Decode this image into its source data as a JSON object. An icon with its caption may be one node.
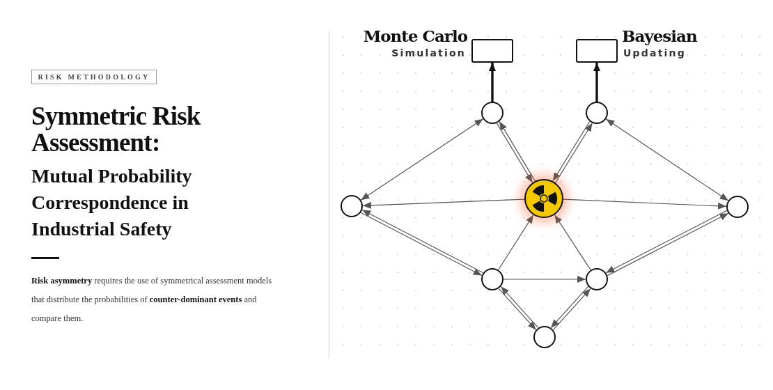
{
  "diagram": {
    "title": "Symmetric Risk Assessment:",
    "nodes": [
      {
        "text": [
          "RISK METHODOLOGY"
        ]
      },
      {
        "text": [
          "Monte Carlo",
          "Simulation"
        ]
      },
      {
        "text": [
          "Bayesian",
          "Updating"
        ]
      },
      {
        "text": [],
        "shape": "circle"
      },
      {
        "text": [],
        "shape": "circle"
      },
      {
        "text": [],
        "shape": "picture"
      },
      {
        "text": [],
        "shape": "circle"
      },
      {
        "text": [],
        "shape": "circle"
      },
      {
        "text": [],
        "shape": "circle"
      },
      {
        "text": [],
        "shape": "circle"
      },
      {
        "text": [],
        "shape": "circle"
      }
    ],
    "edges": [
      {
        "from": 3,
        "to": 1,
        "arrow": "to",
        "style": "thick",
        "color": "#111111"
      },
      {
        "from": 4,
        "to": 2,
        "arrow": "to",
        "style": "thick",
        "color": "#111111"
      },
      {
        "from": 6,
        "to": 3,
        "arrow": "both"
      },
      {
        "from": 3,
        "to": 5,
        "arrow": "to"
      },
      {
        "from": 5,
        "to": 3,
        "arrow": "to"
      },
      {
        "from": 4,
        "to": 5,
        "arrow": "to"
      },
      {
        "from": 5,
        "to": 4,
        "arrow": "to"
      },
      {
        "from": 4,
        "to": 7,
        "arrow": "both"
      },
      {
        "from": 5,
        "to": 6,
        "arrow": "to"
      },
      {
        "from": 5,
        "to": 7,
        "arrow": "to"
      },
      {
        "from": 8,
        "to": 5,
        "arrow": "to"
      },
      {
        "from": 9,
        "to": 5,
        "arrow": "to"
      },
      {
        "from": 8,
        "to": 9,
        "arrow": "to"
      },
      {
        "from": 6,
        "to": 8,
        "arrow": "to"
      },
      {
        "from": 8,
        "to": 6,
        "arrow": "to"
      },
      {
        "from": 7,
        "to": 9,
        "arrow": "to"
      },
      {
        "from": 9,
        "to": 7,
        "arrow": "to"
      },
      {
        "from": 8,
        "to": 10,
        "arrow": "to"
      },
      {
        "from": 10,
        "to": 8,
        "arrow": "to"
      },
      {
        "from": 9,
        "to": 10,
        "arrow": "to"
      },
      {
        "from": 10,
        "to": 9,
        "arrow": "to"
      }
    ],
    "labels": [
      "Mutual Probability Correspondence in Industrial Safety",
      "**Risk asymmetry** requires the use of symmetrical assessment models that distribute the probabilities of **counter-dominant events** and compare them."
    ]
  }
}
